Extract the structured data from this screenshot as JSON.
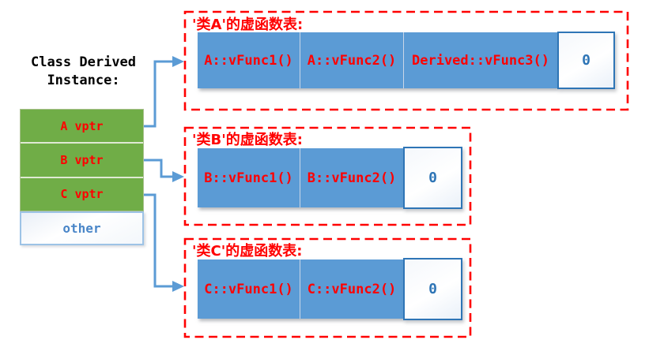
{
  "diagram": {
    "instance": {
      "title_line1": "Class Derived",
      "title_line2": "Instance:",
      "rows": [
        "A vptr",
        "B vptr",
        "C vptr"
      ],
      "other": "other"
    },
    "vtables": [
      {
        "title": "'类A'的虚函数表:",
        "cells": [
          "A::vFunc1()",
          "A::vFunc2()",
          "Derived::vFunc3()"
        ],
        "terminator": "0"
      },
      {
        "title": "'类B'的虚函数表:",
        "cells": [
          "B::vFunc1()",
          "B::vFunc2()"
        ],
        "terminator": "0"
      },
      {
        "title": "'类C'的虚函数表:",
        "cells": [
          "C::vFunc1()",
          "C::vFunc2()"
        ],
        "terminator": "0"
      }
    ],
    "colors": {
      "instance_fill": "#70AD47",
      "vtable_fill": "#5B9BD5",
      "text_red": "#FF0000",
      "dashed_border": "#FF0000",
      "arrow_blue": "#5B9BD5",
      "terminator_border": "#2E75B6",
      "terminator_text": "#2E75B6",
      "other_border": "#9DC3E6",
      "other_text": "#4A86C8"
    }
  }
}
